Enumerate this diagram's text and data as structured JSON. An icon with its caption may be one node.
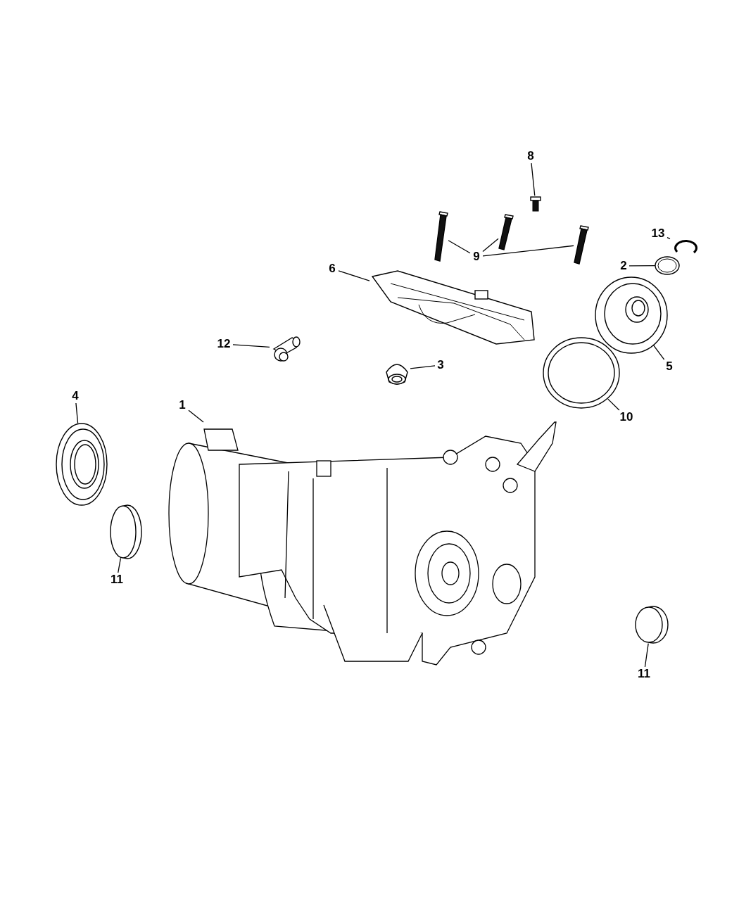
{
  "diagram": {
    "nodes": [
      {
        "text": [
          "8"
        ]
      },
      {
        "text": [
          "13"
        ]
      },
      {
        "text": [
          "9"
        ]
      },
      {
        "text": [
          "2"
        ]
      },
      {
        "text": [
          "6"
        ]
      },
      {
        "text": [
          "12"
        ]
      },
      {
        "text": [
          "3"
        ]
      },
      {
        "text": [
          "5"
        ]
      },
      {
        "text": [
          "4"
        ]
      },
      {
        "text": [
          "1"
        ]
      },
      {
        "text": [
          "10"
        ]
      },
      {
        "text": [
          "11"
        ]
      },
      {
        "text": [
          "11"
        ]
      },
      {
        "text": [],
        "shape": "picture"
      },
      {
        "text": [],
        "shape": "picture"
      },
      {
        "text": [],
        "shape": "picture"
      },
      {
        "text": [],
        "shape": "picture"
      },
      {
        "text": [],
        "shape": "picture"
      },
      {
        "text": [],
        "shape": "picture"
      },
      {
        "text": [],
        "shape": "picture"
      },
      {
        "text": [],
        "shape": "picture"
      },
      {
        "text": [],
        "shape": "picture"
      },
      {
        "text": [],
        "shape": "picture"
      },
      {
        "text": [],
        "shape": "picture"
      },
      {
        "text": [],
        "shape": "picture"
      },
      {
        "text": [],
        "shape": "picture"
      },
      {
        "text": [],
        "shape": "picture"
      },
      {
        "text": [],
        "shape": "picture"
      }
    ],
    "edges": [
      {
        "from": 0,
        "to": 21,
        "arrow": "none"
      },
      {
        "from": 1,
        "to": 27,
        "arrow": "none"
      },
      {
        "from": 2,
        "to": 18,
        "arrow": "none"
      },
      {
        "from": 2,
        "to": 20,
        "arrow": "none"
      },
      {
        "from": 2,
        "to": 22,
        "arrow": "none"
      },
      {
        "from": 3,
        "to": 26,
        "arrow": "none"
      },
      {
        "from": 4,
        "to": 19,
        "arrow": "none"
      },
      {
        "from": 5,
        "to": 15,
        "arrow": "none"
      },
      {
        "from": 6,
        "to": 17,
        "arrow": "none"
      },
      {
        "from": 7,
        "to": 24,
        "arrow": "none"
      },
      {
        "from": 8,
        "to": 13,
        "arrow": "none"
      },
      {
        "from": 9,
        "to": 16,
        "arrow": "none"
      },
      {
        "from": 10,
        "to": 23,
        "arrow": "none"
      },
      {
        "from": 11,
        "to": 14,
        "arrow": "none"
      },
      {
        "from": 12,
        "to": 25,
        "arrow": "none"
      }
    ]
  }
}
